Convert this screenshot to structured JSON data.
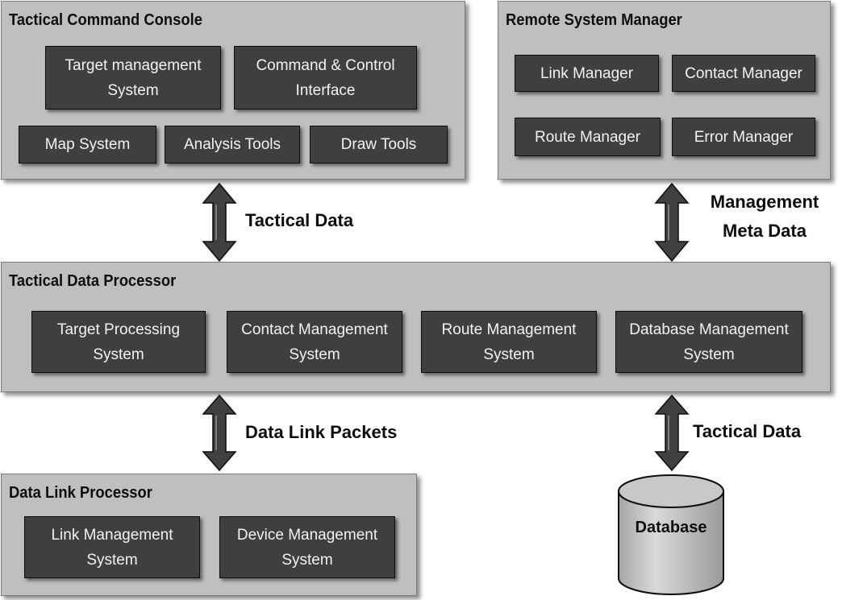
{
  "panels": {
    "tactical_command_console": {
      "title": "Tactical Command Console",
      "modules": [
        "Target management\nSystem",
        "Command & Control\nInterface",
        "Map System",
        "Analysis Tools",
        "Draw Tools"
      ]
    },
    "remote_system_manager": {
      "title": "Remote System Manager",
      "modules": [
        "Link Manager",
        "Contact Manager",
        "Route Manager",
        "Error Manager"
      ]
    },
    "tactical_data_processor": {
      "title": "Tactical Data Processor",
      "modules": [
        "Target Processing\nSystem",
        "Contact Management\nSystem",
        "Route Management\nSystem",
        "Database Management\nSystem"
      ]
    },
    "data_link_processor": {
      "title": "Data Link Processor",
      "modules": [
        "Link Management\nSystem",
        "Device Management\nSystem"
      ]
    }
  },
  "flows": {
    "console_processor": "Tactical Data",
    "manager_processor_line1": "Management",
    "manager_processor_line2": "Meta Data",
    "link_processor": "Data Link Packets",
    "processor_database": "Tactical Data"
  },
  "database": {
    "label": "Database"
  },
  "colors": {
    "panel_fill": "#bfbfbf",
    "module_fill": "#3f3f3f",
    "module_text": "#f2f2f2",
    "arrow_fill": "#404040"
  }
}
